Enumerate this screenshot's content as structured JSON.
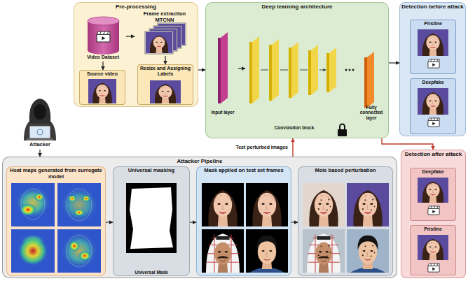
{
  "diagram": {
    "nodes": [
      {
        "text": [
          "Pre-processing"
        ]
      },
      {
        "text": [
          "Video Dataset"
        ],
        "in": 0
      },
      {
        "text": [
          "Frame extraction MTCNN"
        ],
        "in": 0
      },
      {
        "text": [
          "Source video"
        ],
        "in": 0
      },
      {
        "text": [
          "Resize and Assigning Labels"
        ],
        "in": 0
      },
      {
        "text": [
          "Deep learning architecture"
        ]
      },
      {
        "text": [
          "Input layer"
        ],
        "in": 5
      },
      {
        "text": [
          "Convolution block"
        ],
        "in": 5
      },
      {
        "text": [
          "Fully connected layer"
        ],
        "in": 5
      },
      {
        "text": [
          "Detection before attack"
        ]
      },
      {
        "text": [
          "Pristine"
        ],
        "in": 9
      },
      {
        "text": [
          "Deepfake"
        ],
        "in": 9
      },
      {
        "text": [
          "Attacker"
        ]
      },
      {
        "text": [
          "Attacker Pipeline"
        ]
      },
      {
        "text": [
          "Heat maps generated from surrogate model"
        ],
        "in": 13
      },
      {
        "text": [
          "Universal masking",
          "Universal Mask"
        ],
        "in": 13
      },
      {
        "text": [
          "Mask applied on test set frames"
        ],
        "in": 13
      },
      {
        "text": [
          "Mole based perturbation"
        ],
        "in": 13
      },
      {
        "text": [
          "Detection after attack"
        ]
      },
      {
        "text": [
          "Deepfake"
        ],
        "in": 18
      },
      {
        "text": [
          "Pristine"
        ],
        "in": 18
      }
    ],
    "edges": [
      {
        "from": 0,
        "to": 5,
        "arrow": "to"
      },
      {
        "from": 1,
        "to": 2,
        "arrow": "to"
      },
      {
        "from": 1,
        "to": 3,
        "arrow": "to"
      },
      {
        "from": 2,
        "to": 4,
        "arrow": "to"
      },
      {
        "from": 6,
        "to": 7,
        "arrow": "to"
      },
      {
        "from": 5,
        "to": 9,
        "arrow": "to"
      },
      {
        "from": 5,
        "to": 18,
        "arrow": "to"
      },
      {
        "from": 12,
        "to": 13,
        "arrow": "to"
      },
      {
        "from": 13,
        "to": 5,
        "label": "Test perturbed images",
        "arrow": "to"
      },
      {
        "from": 14,
        "to": 15,
        "arrow": "to"
      },
      {
        "from": 15,
        "to": 16,
        "arrow": "to"
      },
      {
        "from": 16,
        "to": 17,
        "arrow": "to"
      }
    ]
  }
}
